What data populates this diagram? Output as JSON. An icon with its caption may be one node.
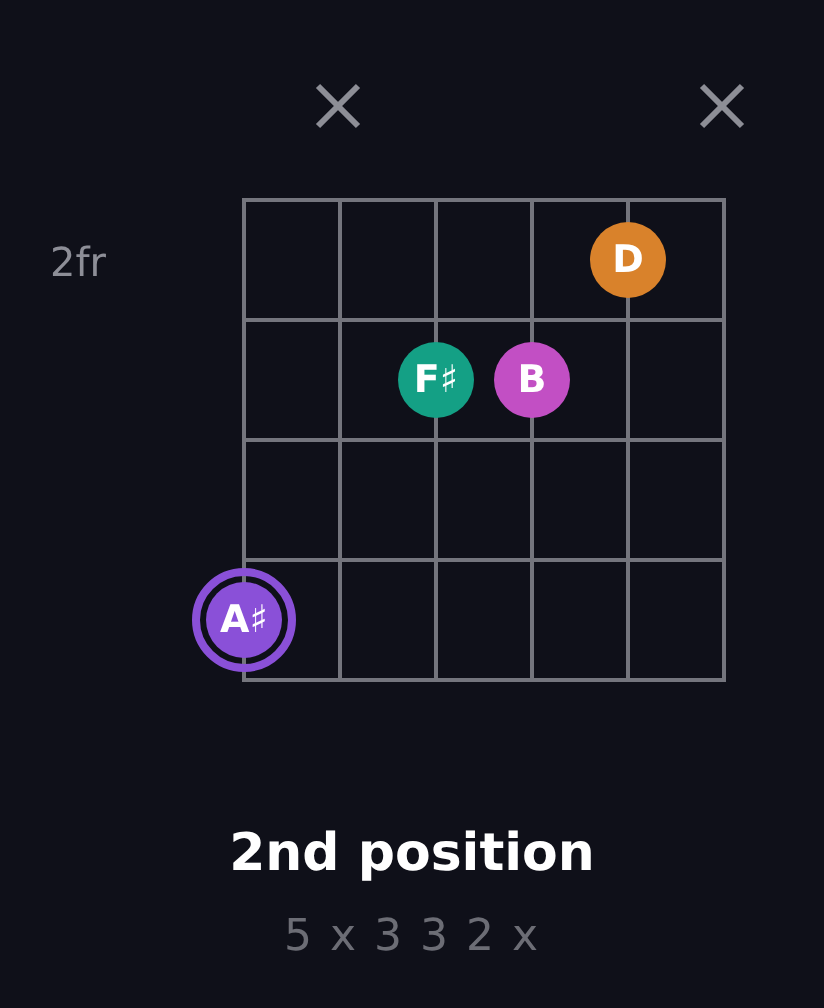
{
  "diagram": {
    "title": "2nd position",
    "nodes": [
      {
        "text": [
          "D"
        ]
      },
      {
        "text": [
          "F♯"
        ]
      },
      {
        "text": [
          "B"
        ]
      },
      {
        "text": [
          "A♯"
        ]
      }
    ],
    "labels": [
      "2fr",
      "5 x 3 3 2 x"
    ]
  }
}
